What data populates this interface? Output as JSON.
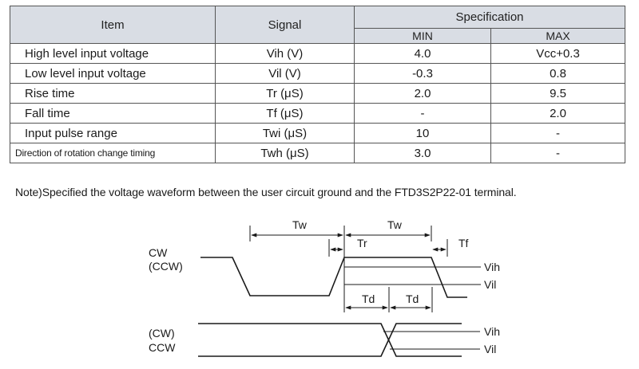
{
  "table": {
    "headers": {
      "item": "Item",
      "signal": "Signal",
      "specification": "Specification",
      "min": "MIN",
      "max": "MAX"
    },
    "rows": [
      {
        "item": "High level input voltage",
        "signal": "Vih (V)",
        "min": "4.0",
        "max": "Vcc+0.3"
      },
      {
        "item": "Low level input voltage",
        "signal": "Vil (V)",
        "min": "-0.3",
        "max": "0.8"
      },
      {
        "item": "Rise time",
        "signal": "Tr (μS)",
        "min": "2.0",
        "max": "9.5"
      },
      {
        "item": "Fall time",
        "signal": "Tf (μS)",
        "min": "-",
        "max": "2.0"
      },
      {
        "item": "Input pulse range",
        "signal": "Twi (μS)",
        "min": "10",
        "max": "-"
      },
      {
        "item": "Direction of rotation change timing",
        "signal": "Twh (μS)",
        "min": "3.0",
        "max": "-"
      }
    ]
  },
  "note": "Note)Specified the voltage waveform between the user circuit ground and the FTD3S2P22-01 terminal.",
  "diagram": {
    "top_signal_line1": "CW",
    "top_signal_line2": "(CCW)",
    "bottom_signal_line1": "(CW)",
    "bottom_signal_line2": "CCW",
    "tw": "Tw",
    "tr": "Tr",
    "tf": "Tf",
    "td": "Td",
    "vih": "Vih",
    "vil": "Vil"
  }
}
